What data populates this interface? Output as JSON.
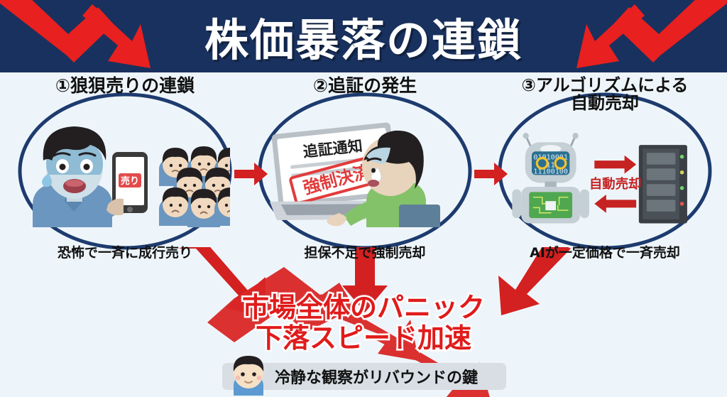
{
  "header": {
    "title": "株価暴落の連鎖",
    "bg_color": "#19315e",
    "title_color": "#ffffff",
    "arrow_color": "#e8201f"
  },
  "theme": {
    "page_bg": "#eef5fa",
    "circle_stroke": "#1d3b6e",
    "accent_red": "#d32020",
    "text_dark": "#111111",
    "pill_bg": "#d8dee4"
  },
  "panels": [
    {
      "number": "①",
      "heading": "①狼狽売りの連鎖",
      "caption": "恐怖で一斉に成行売り",
      "art": {
        "phone_label": "売り",
        "icon": "panicked-trader-with-crowd"
      }
    },
    {
      "number": "②",
      "heading": "②追証の発生",
      "caption": "担保不足で強制売却",
      "art": {
        "screen_title": "追証通知",
        "stamp_text": "強制決済",
        "icon": "laptop-margin-call-notice"
      }
    },
    {
      "number": "③",
      "heading": "③アルゴリズムによる自動売却",
      "heading_line1": "③アルゴリズムによる",
      "heading_line2": "自動売却",
      "caption": "AIが一定価格で一斉売却",
      "art": {
        "robot_binary_1": "01010001",
        "robot_binary_2": "11",
        "robot_binary_3": "11100100",
        "flow_label": "自動売却",
        "icon": "robot-and-server-rack"
      }
    }
  ],
  "conclusion": {
    "line1": "市場全体のパニック",
    "line2": "下落スピード加速",
    "color": "#e01b1b"
  },
  "footer": {
    "text": "冷静な観察がリバウンドの鍵",
    "avatar": "calm-person-avatar"
  }
}
